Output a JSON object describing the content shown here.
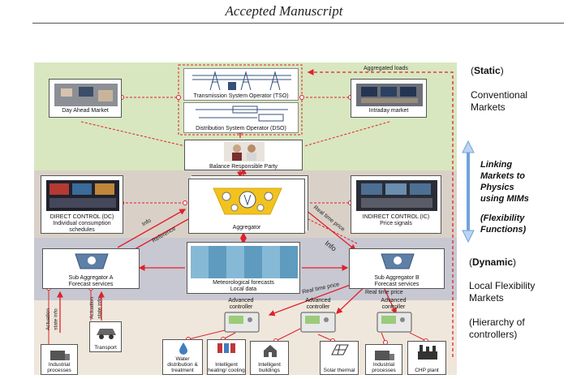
{
  "header": {
    "title": "Accepted Manuscript"
  },
  "top": {
    "aggregated_loads": "Aggregated loads",
    "tso": "Transmission System Operator (TSO)",
    "dso": "Distribution System Operator (DSO)",
    "day_ahead": "Day Ahead Market",
    "intraday": "Intraday market",
    "brp": "Balance Responsible Party"
  },
  "middle": {
    "dc_title": "DIRECT CONTROL (DC)",
    "dc_sub": "Individual consumption schedules",
    "aggregator": "Aggregator",
    "ic_title": "INDIRECT CONTROL (IC)",
    "ic_sub": "Price signals",
    "info": "Info",
    "reference": "Reference",
    "real_time_price": "Real time price",
    "info_right": "Info"
  },
  "dynamic": {
    "sub_a_title": "Sub Aggregator A",
    "sub_a_sub": "Forecast services",
    "met_title": "Meteorological forecasts",
    "met_sub": "Local data",
    "sub_b_title": "Sub Aggregator B",
    "sub_b_sub": "Forecast services",
    "real_time_price_1": "Real time price",
    "real_time_price_2": "Real time price"
  },
  "bottom": {
    "controller_1": "Advanced controller",
    "controller_2": "Advanced controller",
    "controller_3": "Advanced controller",
    "actuation_1": "Actuation",
    "state_1": "state info",
    "actuation_2": "Actuation",
    "state_2": "state info",
    "transport": "Transport",
    "industrial_1": "Industrial processes",
    "water": "Water distribution & treatment",
    "heating": "Intelligent heating/ cooling",
    "buildings": "Intelligent buildings",
    "solar": "Solar thermal",
    "industrial_2": "Industrial processes",
    "chp": "CHP plant"
  },
  "right": {
    "static_prefix": "(",
    "static_word": "Static",
    "static_suffix": ")",
    "conventional": "Conventional",
    "markets": "Markets",
    "linking_1": "Linking",
    "linking_2": "Markets to",
    "linking_3": "Physics",
    "linking_4": "using MIMs",
    "flex_1": "(Flexibility",
    "flex_2": "Functions)",
    "dynamic_prefix": "(",
    "dynamic_word": "Dynamic",
    "dynamic_suffix": ")",
    "local_flex": "Local Flexibility",
    "local_markets": "Markets",
    "hierarchy_1": "(Hierarchy of",
    "hierarchy_2": "controllers)"
  },
  "colors": {
    "arrow_red": "#e0202a",
    "arrow_blue": "#6fa3dc",
    "green_band": "#d8e7c0"
  }
}
